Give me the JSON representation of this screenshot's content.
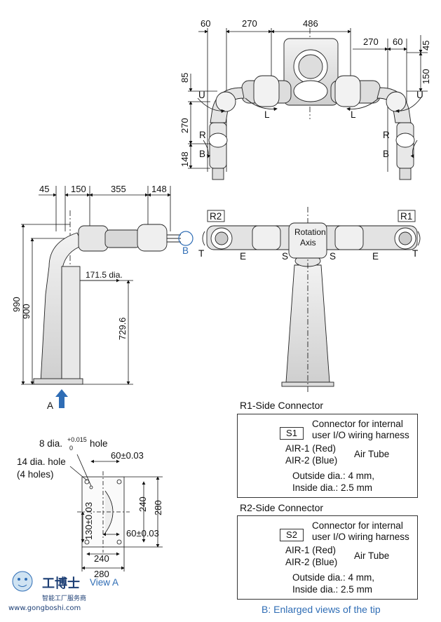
{
  "top_view": {
    "dims": [
      "60",
      "270",
      "486",
      "270",
      "60",
      "45",
      "150",
      "85",
      "270",
      "148"
    ],
    "joint_labels": {
      "U": "U",
      "L": "L",
      "R": "R",
      "B": "B"
    }
  },
  "side_view": {
    "dims": [
      "45",
      "150",
      "355",
      "148",
      "990",
      "900",
      "729.6"
    ],
    "base_dia": "171.5 dia.",
    "tip_label": "B",
    "view_arrow_label": "A"
  },
  "front_view": {
    "arm_labels": [
      "R2",
      "R1"
    ],
    "axis_labels": [
      "T",
      "E",
      "S",
      "S",
      "E",
      "T"
    ],
    "rotation_label": [
      "Rotation",
      "Axis"
    ]
  },
  "view_a": {
    "hole_pin": "8 dia.",
    "tol_upper": "+0.015",
    "tol_lower": "0",
    "hole_word": "hole",
    "hole_14": "14 dia. hole",
    "hole_count": "(4 holes)",
    "dims": [
      "60±0.03",
      "240",
      "280",
      "130±0.03",
      "60±0.03",
      "240",
      "280"
    ],
    "caption": "View A"
  },
  "connectors": [
    {
      "title": "R1-Side Connector",
      "tag": "S1",
      "desc": [
        "Connector for internal",
        "user I/O wiring harness"
      ],
      "air": [
        "AIR-1 (Red)",
        "AIR-2 (Blue)"
      ],
      "air_label": "Air Tube",
      "dia": [
        "Outside dia.: 4 mm,",
        "Inside dia.: 2.5 mm"
      ]
    },
    {
      "title": "R2-Side Connector",
      "tag": "S2",
      "desc": [
        "Connector for internal",
        "user I/O wiring harness"
      ],
      "air": [
        "AIR-1 (Red)",
        "AIR-2 (Blue)"
      ],
      "air_label": "Air Tube",
      "dia": [
        "Outside dia.: 4 mm,",
        "Inside dia.: 2.5 mm"
      ]
    }
  ],
  "caption_b": "B: Enlarged views of the tip",
  "watermark": {
    "brand": "工博士",
    "tagline": "智能工厂服务商",
    "url": "www.gongboshi.com"
  },
  "colors": {
    "accent": "#2f6db5",
    "line": "#111111",
    "body": "#e6e6e6"
  }
}
